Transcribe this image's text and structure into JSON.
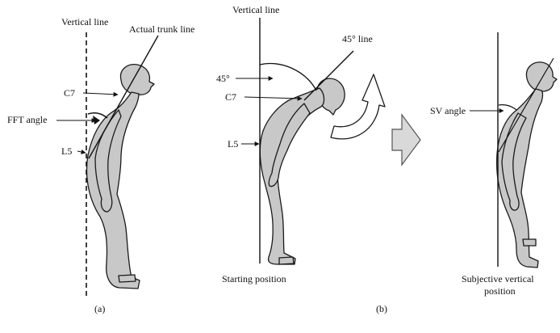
{
  "panel_a": {
    "vertical_line": "Vertical line",
    "actual_trunk_line": "Actual trunk line",
    "c7": "C7",
    "fft_angle": "FFT angle",
    "l5": "L5",
    "caption": "(a)"
  },
  "panel_b": {
    "vertical_line": "Vertical line",
    "line_45": "45° line",
    "angle_45": "45°",
    "c7": "C7",
    "l5": "L5",
    "starting_position": "Starting position",
    "sv_angle": "SV angle",
    "subjective_line1": "Subjective vertical",
    "subjective_line2": "position",
    "caption": "(b)"
  },
  "colors": {
    "figure_fill": "#c8c8c8",
    "figure_stroke": "#1a1a1a",
    "arrow_fill": "#d9d9d9"
  }
}
